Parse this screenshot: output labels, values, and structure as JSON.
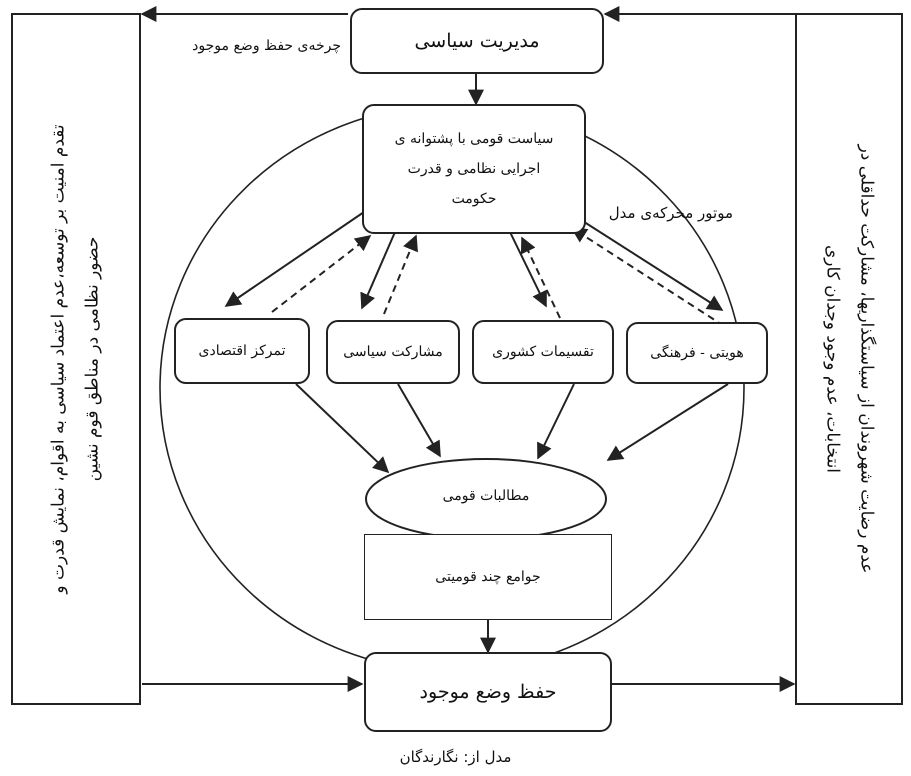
{
  "boxes": {
    "political_management": "مدیریت سیاسی",
    "national_policy": "سیاست قومی با پشتوانه ی اجرایی نظامی و قدرت حکومت",
    "economic_centralization": "تمرکز اقتصادی",
    "political_participation": "مشارکت سیاسی",
    "administrative_divisions": "تقسیمات کشوری",
    "identity_cultural": "هویتی - فرهنگی",
    "ethnic_demands": "مطالبات قومی",
    "multiethnic_societies": "جوامع چند قومیتی",
    "status_quo": "حفظ وضع موجود"
  },
  "labels": {
    "status_quo_cycle": "چرخه‌ی حفظ وضع موجود",
    "model_engine": "موتور محرکه‌ی مدل"
  },
  "left_panel": {
    "line1": "تقدم امنیت بر توسعه،عدم اعتماد سیاسی به اقوام، نمایش قدرت و",
    "line2": "حضور نظامی در مناطق قوم نشین"
  },
  "right_panel": {
    "line1": "عدم رضایت شهروندان از سیاستگذاریها، مشارکت حداقلی در",
    "line2": "انتخابات، عدم وجود وجدان کاری"
  },
  "caption": "مدل از: نگارندگان"
}
